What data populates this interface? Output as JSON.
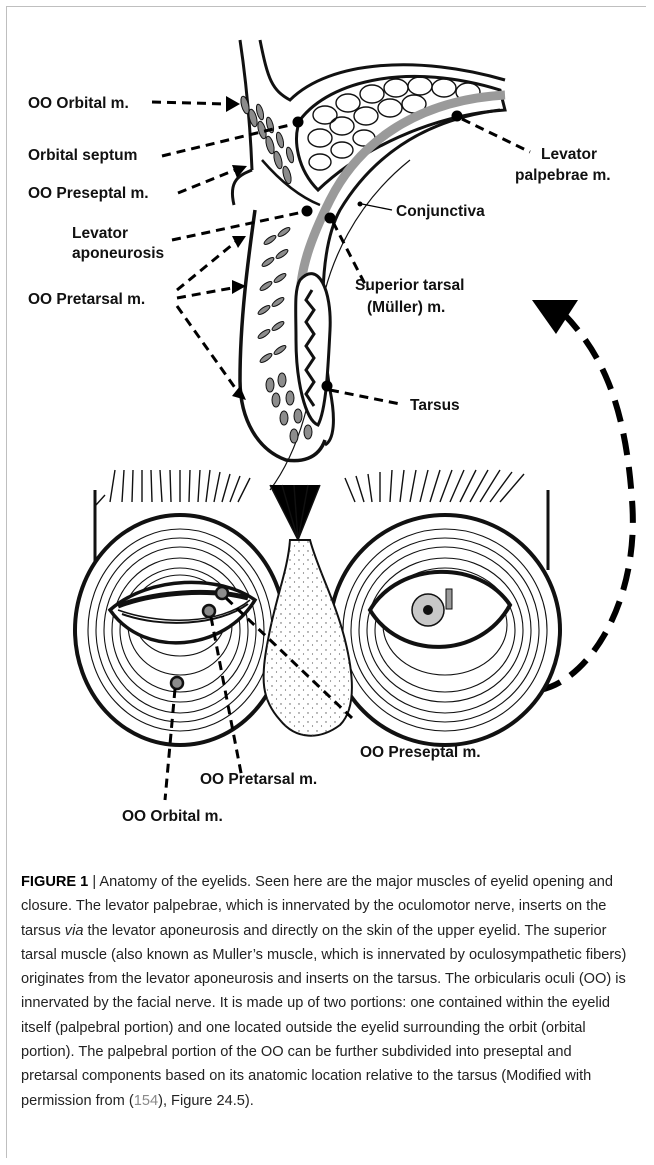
{
  "figure": {
    "labels": {
      "oo_orbital_top": "OO Orbital m.",
      "orbital_septum": "Orbital septum",
      "oo_preseptal_top": "OO Preseptal m.",
      "levator_aponeurosis_1": "Levator",
      "levator_aponeurosis_2": "aponeurosis",
      "oo_pretarsal_top": "OO Pretarsal m.",
      "levator_palpebrae_1": "Levator",
      "levator_palpebrae_2": "palpebrae m.",
      "conjunctiva": "Conjunctiva",
      "superior_tarsal_1": "Superior tarsal",
      "superior_tarsal_2": "(Müller) m.",
      "tarsus": "Tarsus",
      "oo_preseptal_bottom": "OO Preseptal m.",
      "oo_pretarsal_bottom": "OO Pretarsal m.",
      "oo_orbital_bottom": "OO Orbital m."
    }
  },
  "caption": {
    "figure_label": "FIGURE 1",
    "separator": " | ",
    "text_1": "Anatomy of the eyelids. Seen here are the major muscles of eyelid opening and closure. The levator palpebrae, which is innervated by the oculomotor nerve, inserts on the tarsus ",
    "italic_via": "via",
    "text_2": " the levator aponeurosis and directly on the skin of the upper eyelid. The superior tarsal muscle (also known as Muller’s muscle, which is innervated by oculosympathetic fibers) originates from the levator aponeurosis and inserts on the tarsus. The orbicularis oculi (OO) is innervated by the facial nerve. It is made up of two portions: one contained within the eyelid itself (palpebral portion) and one located outside the eyelid surrounding the orbit (orbital portion). The palpebral portion of the OO can be further subdivided into preseptal and pretarsal components based on its anatomic location relative to the tarsus (Modified with permission from (",
    "ref": "154",
    "text_3": "), Figure 24.5)."
  }
}
